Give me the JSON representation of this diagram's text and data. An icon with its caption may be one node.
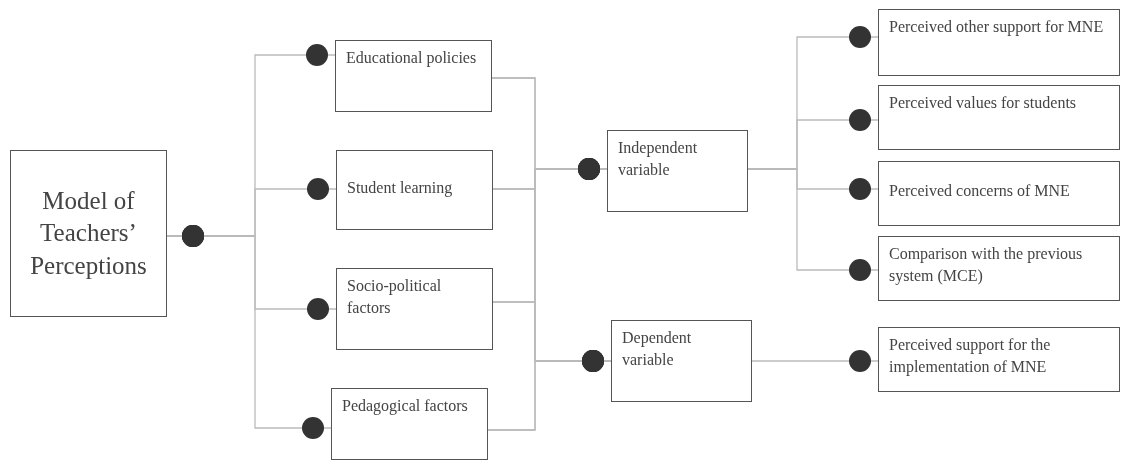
{
  "diagram": {
    "nodes": [
      {
        "text": [
          "Model of Teachers’ Perceptions"
        ]
      },
      {
        "text": [
          "Educational policies"
        ]
      },
      {
        "text": [
          "Student learning"
        ]
      },
      {
        "text": [
          "Socio-political factors"
        ]
      },
      {
        "text": [
          "Pedagogical factors"
        ]
      },
      {
        "text": [
          "Independent variable"
        ]
      },
      {
        "text": [
          "Dependent variable"
        ]
      },
      {
        "text": [
          "Perceived other support for MNE"
        ]
      },
      {
        "text": [
          "Perceived values for students"
        ]
      },
      {
        "text": [
          "Perceived concerns of MNE"
        ]
      },
      {
        "text": [
          "Comparison with the previous system (MCE)"
        ]
      },
      {
        "text": [
          "Perceived support for the implementation of MNE"
        ]
      }
    ],
    "edges": [
      {
        "from": 0,
        "to": 1,
        "arrow": "other"
      },
      {
        "from": 0,
        "to": 2,
        "arrow": "other"
      },
      {
        "from": 0,
        "to": 3,
        "arrow": "other"
      },
      {
        "from": 0,
        "to": 4,
        "arrow": "other"
      },
      {
        "from": 1,
        "to": 5,
        "arrow": "other"
      },
      {
        "from": 2,
        "to": 5,
        "arrow": "other"
      },
      {
        "from": 3,
        "to": 5,
        "arrow": "other"
      },
      {
        "from": 4,
        "to": 5,
        "arrow": "other"
      },
      {
        "from": 1,
        "to": 6,
        "arrow": "other"
      },
      {
        "from": 2,
        "to": 6,
        "arrow": "other"
      },
      {
        "from": 3,
        "to": 6,
        "arrow": "other"
      },
      {
        "from": 4,
        "to": 6,
        "arrow": "other"
      },
      {
        "from": 5,
        "to": 7,
        "arrow": "other"
      },
      {
        "from": 5,
        "to": 8,
        "arrow": "other"
      },
      {
        "from": 5,
        "to": 9,
        "arrow": "other"
      },
      {
        "from": 5,
        "to": 10,
        "arrow": "other"
      },
      {
        "from": 6,
        "to": 11,
        "arrow": "other"
      }
    ]
  }
}
